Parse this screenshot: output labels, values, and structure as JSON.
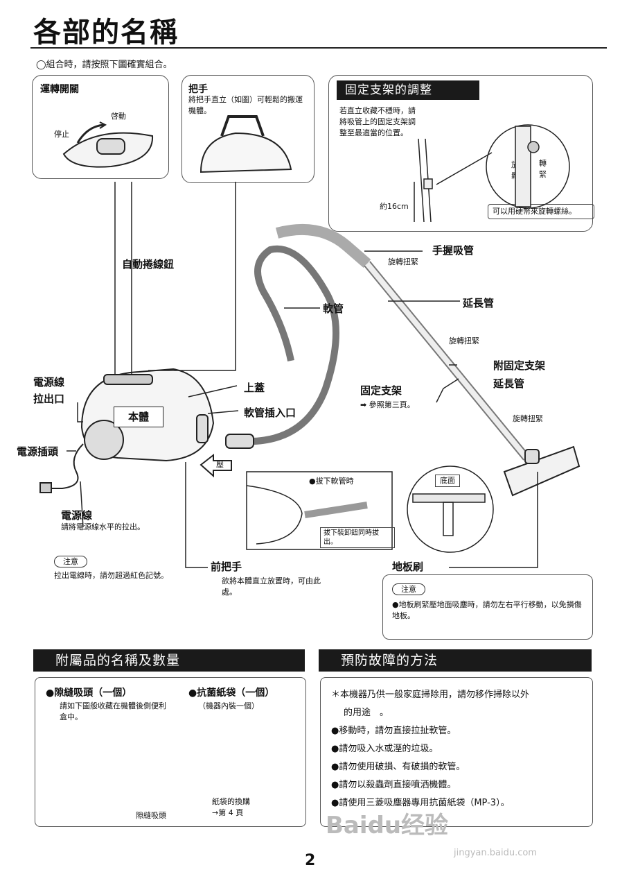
{
  "page": {
    "title": "各部的名稱",
    "intro": "◯組合時，請按照下圖確實組合。",
    "page_number": "2"
  },
  "switch_box": {
    "title": "運轉開關",
    "start": "啓動",
    "stop": "停止"
  },
  "handle_box": {
    "title": "把手",
    "desc": "將把手直立（如圖）可輕鬆的搬運機體。"
  },
  "bracket_box": {
    "title": "固定支架的調整",
    "desc": "若直立收藏不穩時，請將吸管上的固定支架調整至最適當的位置。",
    "height": "約16cm",
    "loosen": "放鬆",
    "tighten": "轉緊",
    "coin": "可以用硬幣來旋轉螺絲。"
  },
  "parts": {
    "auto_rewind": "自動捲線鈕",
    "hose": "軟管",
    "grip": "手握吸管",
    "extension": "延長管",
    "twist1": "旋轉扭緊",
    "twist2": "旋轉扭緊",
    "twist3": "旋轉扭緊",
    "ext_with_bracket_1": "附固定支架",
    "ext_with_bracket_2": "延長管",
    "cord_outlet_1": "電源線",
    "cord_outlet_2": "拉出口",
    "top_cover": "上蓋",
    "bracket": "固定支架",
    "bracket_ref": "➡ 參照第三頁。",
    "hose_inlet": "軟管插入口",
    "body": "本體",
    "plug": "電源插頭",
    "cord": "電源線",
    "cord_hint": "請將電源線水平的拉出。",
    "front_handle": "前把手",
    "front_handle_hint": "欲將本體直立放置時，可由此處。",
    "floor_brush": "地板刷",
    "push": "壓",
    "remove_hose": "●拔下軟管時",
    "remove_hint": "拔下裝卸鈕同時拔出。",
    "bottom": "底面"
  },
  "cord_note": {
    "tag": "注意",
    "text": "拉出電線時，請勿超過紅色記號。"
  },
  "brush_note": {
    "tag": "注意",
    "text": "●地板刷緊壓地面吸塵時，請勿左右平行移動，以免損傷地板。"
  },
  "accessories": {
    "header": "附屬品的名稱及數量",
    "crevice_title": "●隙縫吸頭（一個）",
    "crevice_desc": "請如下圖般收藏在機體後側便利盒中。",
    "crevice_label": "隙縫吸頭",
    "bag_title": "●抗菌紙袋（一個）",
    "bag_desc": "（機器內裝一個）",
    "replace_1": "紙袋的換購",
    "replace_2": "→第 4 頁"
  },
  "prevention": {
    "header": "預防故障的方法",
    "items": [
      "＊本機器乃供一般家庭掃除用，請勿移作掃除以外",
      "的用途　。",
      "●移動時，請勿直接拉扯軟管。",
      "●請勿吸入水或溼的垃圾。",
      "●請勿使用破損、有破損的軟管。",
      "●請勿以殺蟲劑直接噴洒機體。",
      "●請使用三菱吸塵器專用抗菌紙袋（MP-3）。"
    ]
  },
  "watermark": {
    "main": "Baidu经验",
    "sub": "jingyan.baidu.com"
  }
}
